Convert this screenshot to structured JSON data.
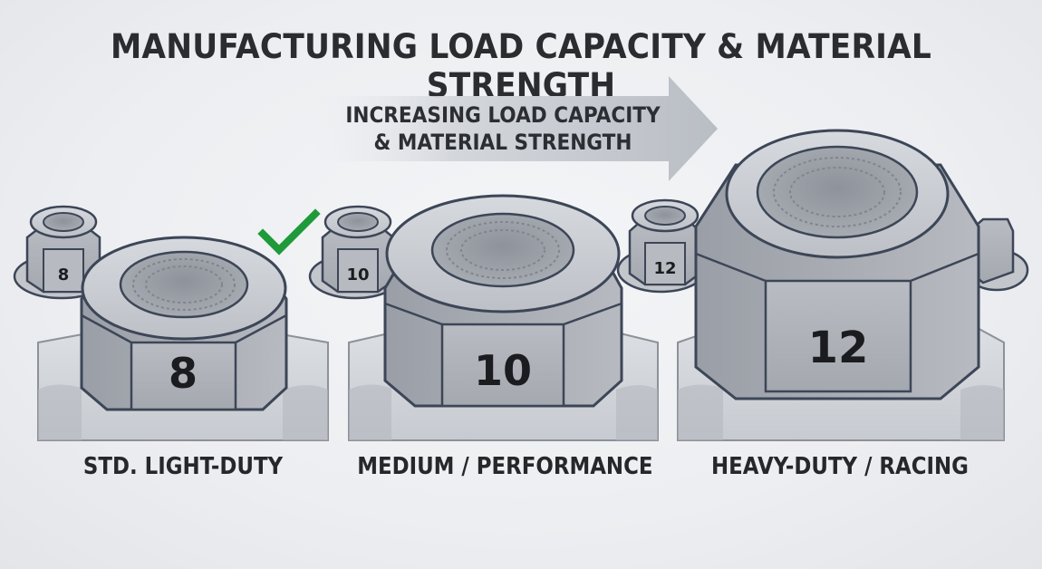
{
  "title": "MANUFACTURING LOAD CAPACITY & MATERIAL STRENGTH",
  "arrow": {
    "line1": "INCREASING LOAD CAPACITY",
    "line2": "& MATERIAL STRENGTH"
  },
  "nuts": [
    {
      "size": "8",
      "label": "STD. LIGHT-DUTY",
      "selected": true
    },
    {
      "size": "10",
      "label": "MEDIUM / PERFORMANCE",
      "selected": false
    },
    {
      "size": "12",
      "label": "HEAVY-DUTY / RACING",
      "selected": false
    }
  ],
  "colors": {
    "metal": "#b3b6bc",
    "metal_light": "#d3d6db",
    "outline": "#3d4657",
    "check": "#1f9a3a",
    "text": "#2a2c30"
  },
  "icons": [
    "check-icon",
    "arrow-icon",
    "hex-nut-icon",
    "flange-nut-icon"
  ]
}
